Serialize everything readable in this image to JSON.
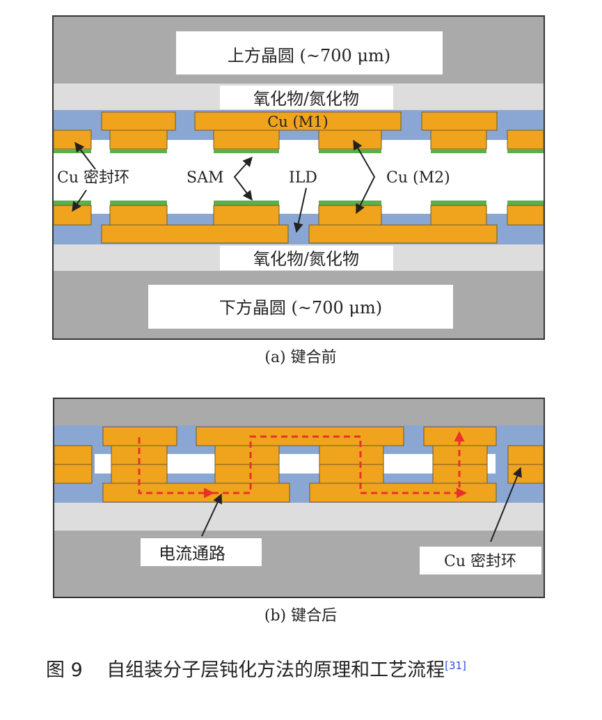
{
  "panel_a": {
    "upper_wafer": "上方晶圆 (~700 μm)",
    "upper_oxide": "氧化物/氮化物",
    "cu_m1": "Cu (M1)",
    "seal_ring": "Cu 密封环",
    "sam": "SAM",
    "ild": "ILD",
    "cu_m2": "Cu (M2)",
    "lower_oxide": "氧化物/氮化物",
    "lower_wafer": "下方晶圆 (~700 μm)",
    "caption": "(a) 键合前"
  },
  "panel_b": {
    "current_path": "电流通路",
    "seal_ring": "Cu 密封环",
    "caption": "(b) 键合后"
  },
  "figure": {
    "label": "图 9",
    "title": "自组装分子层钝化方法的原理和工艺流程",
    "ref": "[31]"
  },
  "colors": {
    "wafer_gray": "#aaaaaa",
    "oxide_light": "#dddddd",
    "ild_blue": "#8aa7d4",
    "copper": "#f0a41e",
    "sam_green": "#5cb04a",
    "current_red": "#e8312a"
  }
}
